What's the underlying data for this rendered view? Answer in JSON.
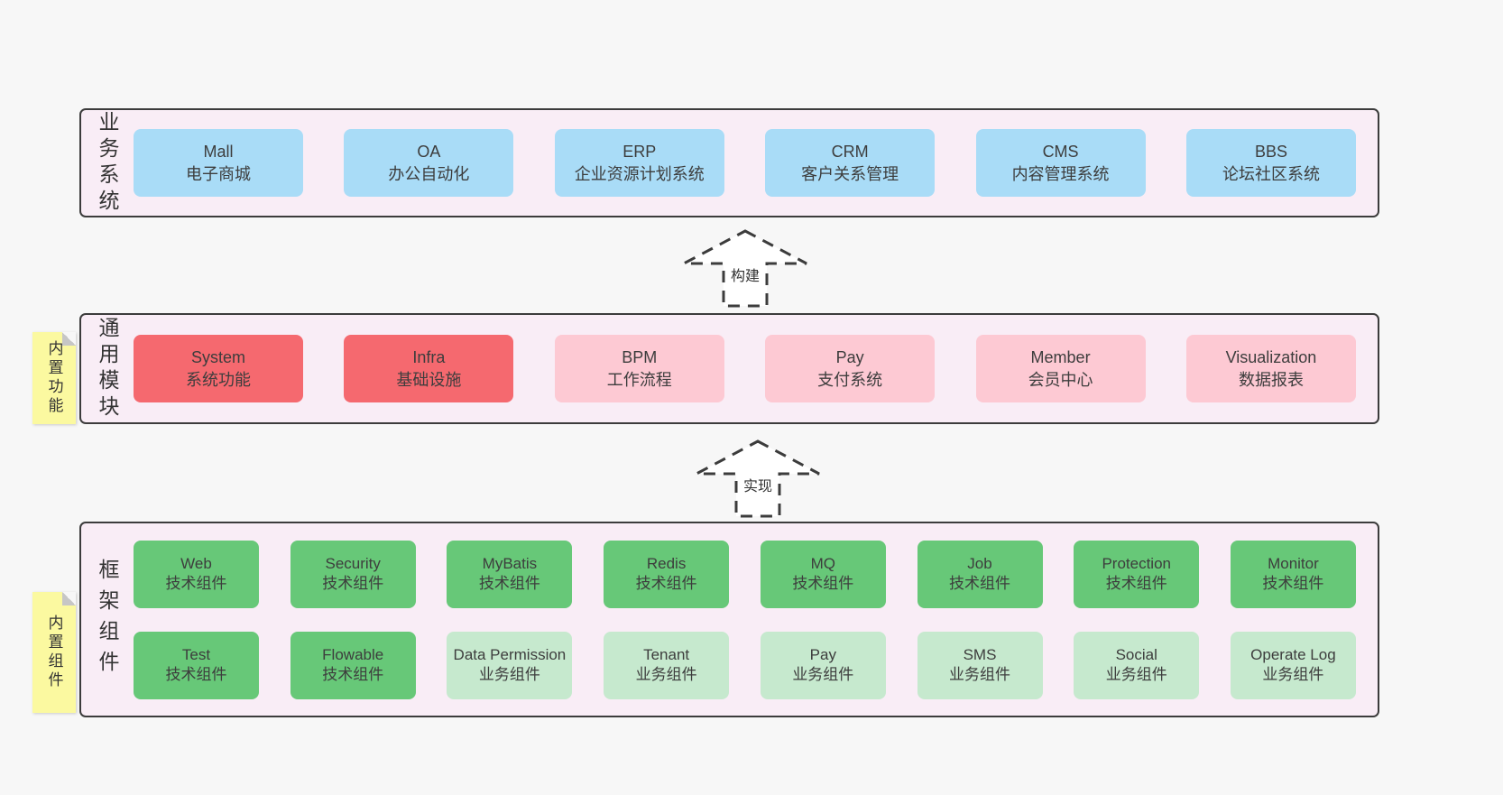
{
  "colors": {
    "page_bg": "#f7f7f7",
    "layer_bg": "#f9edf6",
    "layer_border": "#3c3c3c",
    "blue": "#a9dcf7",
    "red": "#f5696f",
    "pink": "#fdc9d3",
    "green": "#67c878",
    "light_green": "#c6e9ce",
    "yellow": "#fbf9a0",
    "fold": "#c6c6c6",
    "text": "#3d3d3d"
  },
  "layers": [
    {
      "label": "业务系统",
      "boxes": [
        {
          "title": "Mall",
          "subtitle": "电子商城",
          "variant": "blue"
        },
        {
          "title": "OA",
          "subtitle": "办公自动化",
          "variant": "blue"
        },
        {
          "title": "ERP",
          "subtitle": "企业资源计划系统",
          "variant": "blue"
        },
        {
          "title": "CRM",
          "subtitle": "客户关系管理",
          "variant": "blue"
        },
        {
          "title": "CMS",
          "subtitle": "内容管理系统",
          "variant": "blue"
        },
        {
          "title": "BBS",
          "subtitle": "论坛社区系统",
          "variant": "blue"
        }
      ]
    },
    {
      "label": "通用模块",
      "boxes": [
        {
          "title": "System",
          "subtitle": "系统功能",
          "variant": "red"
        },
        {
          "title": "Infra",
          "subtitle": "基础设施",
          "variant": "red"
        },
        {
          "title": "BPM",
          "subtitle": "工作流程",
          "variant": "pink"
        },
        {
          "title": "Pay",
          "subtitle": "支付系统",
          "variant": "pink"
        },
        {
          "title": "Member",
          "subtitle": "会员中心",
          "variant": "pink"
        },
        {
          "title": "Visualization",
          "subtitle": "数据报表",
          "variant": "pink"
        }
      ]
    },
    {
      "label": "框架组件",
      "boxes": [
        {
          "title": "Web",
          "subtitle": "技术组件",
          "variant": "green"
        },
        {
          "title": "Security",
          "subtitle": "技术组件",
          "variant": "green"
        },
        {
          "title": "MyBatis",
          "subtitle": "技术组件",
          "variant": "green"
        },
        {
          "title": "Redis",
          "subtitle": "技术组件",
          "variant": "green"
        },
        {
          "title": "MQ",
          "subtitle": "技术组件",
          "variant": "green"
        },
        {
          "title": "Job",
          "subtitle": "技术组件",
          "variant": "green"
        },
        {
          "title": "Protection",
          "subtitle": "技术组件",
          "variant": "green"
        },
        {
          "title": "Monitor",
          "subtitle": "技术组件",
          "variant": "green"
        },
        {
          "title": "Test",
          "subtitle": "技术组件",
          "variant": "green"
        },
        {
          "title": "Flowable",
          "subtitle": "技术组件",
          "variant": "green"
        },
        {
          "title": "Data Permission",
          "subtitle": "业务组件",
          "variant": "light-green"
        },
        {
          "title": "Tenant",
          "subtitle": "业务组件",
          "variant": "light-green"
        },
        {
          "title": "Pay",
          "subtitle": "业务组件",
          "variant": "light-green"
        },
        {
          "title": "SMS",
          "subtitle": "业务组件",
          "variant": "light-green"
        },
        {
          "title": "Social",
          "subtitle": "业务组件",
          "variant": "light-green"
        },
        {
          "title": "Operate Log",
          "subtitle": "业务组件",
          "variant": "light-green"
        }
      ]
    }
  ],
  "arrows": [
    {
      "label": "构建"
    },
    {
      "label": "实现"
    }
  ],
  "notes": [
    {
      "label": "内置功能"
    },
    {
      "label": "内置组件"
    }
  ]
}
